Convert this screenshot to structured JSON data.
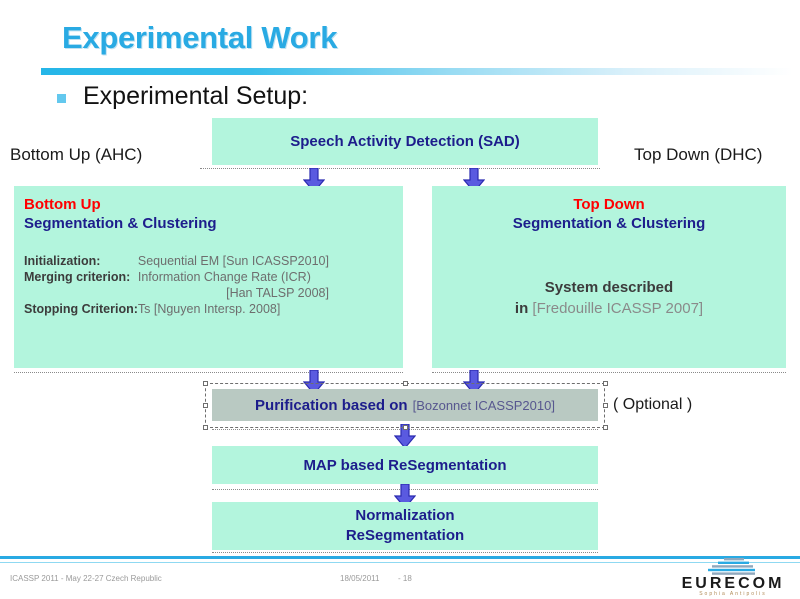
{
  "slide": {
    "title": "Experimental Work",
    "bullet": "Experimental Setup:"
  },
  "diagram": {
    "left_label": "Bottom Up (AHC)",
    "right_label": "Top Down (DHC)",
    "optional_label": "( Optional )",
    "sad_box": {
      "label": "Speech Activity Detection (SAD)"
    },
    "bottom_up_box": {
      "heading_red": "Bottom Up",
      "heading_blue": "Segmentation & Clustering",
      "rows": [
        {
          "key": "Initialization:",
          "value": "Sequential EM [Sun ICASSP2010]",
          "value2": ""
        },
        {
          "key": "Merging criterion:",
          "value": "Information Change Rate (ICR)",
          "value2": "[Han TALSP 2008]"
        },
        {
          "key": "Stopping Criterion:",
          "value": "Ts  [Nguyen Intersp. 2008]",
          "value2": ""
        }
      ]
    },
    "top_down_box": {
      "heading_red": "Top Down",
      "heading_blue": "Segmentation & Clustering",
      "body_line1": "System described",
      "body_line2_strong": "in",
      "body_line2_cite": "[Fredouille ICASSP 2007]"
    },
    "purification_box": {
      "label_strong": "Purification based on",
      "label_cite": "[Bozonnet ICASSP2010]"
    },
    "map_box": {
      "label": "MAP based ReSegmentation"
    },
    "normalization_box": {
      "line1": "Normalization",
      "line2": "ReSegmentation"
    }
  },
  "footer": {
    "conference": "ICASSP 2011 - May 22-27 Czech Republic",
    "date": "18/05/2011",
    "page": "- 18",
    "logo_name": "EURECOM",
    "logo_tagline": "Sophia Antipolis"
  },
  "colors": {
    "accent_cyan": "#29aae3",
    "box_green": "#b3f5dd",
    "box_selected_gray": "#b9c9c2",
    "text_navy": "#1d1d8c",
    "text_red": "#ff0000",
    "arrow_blue": "#5a5ae0"
  }
}
